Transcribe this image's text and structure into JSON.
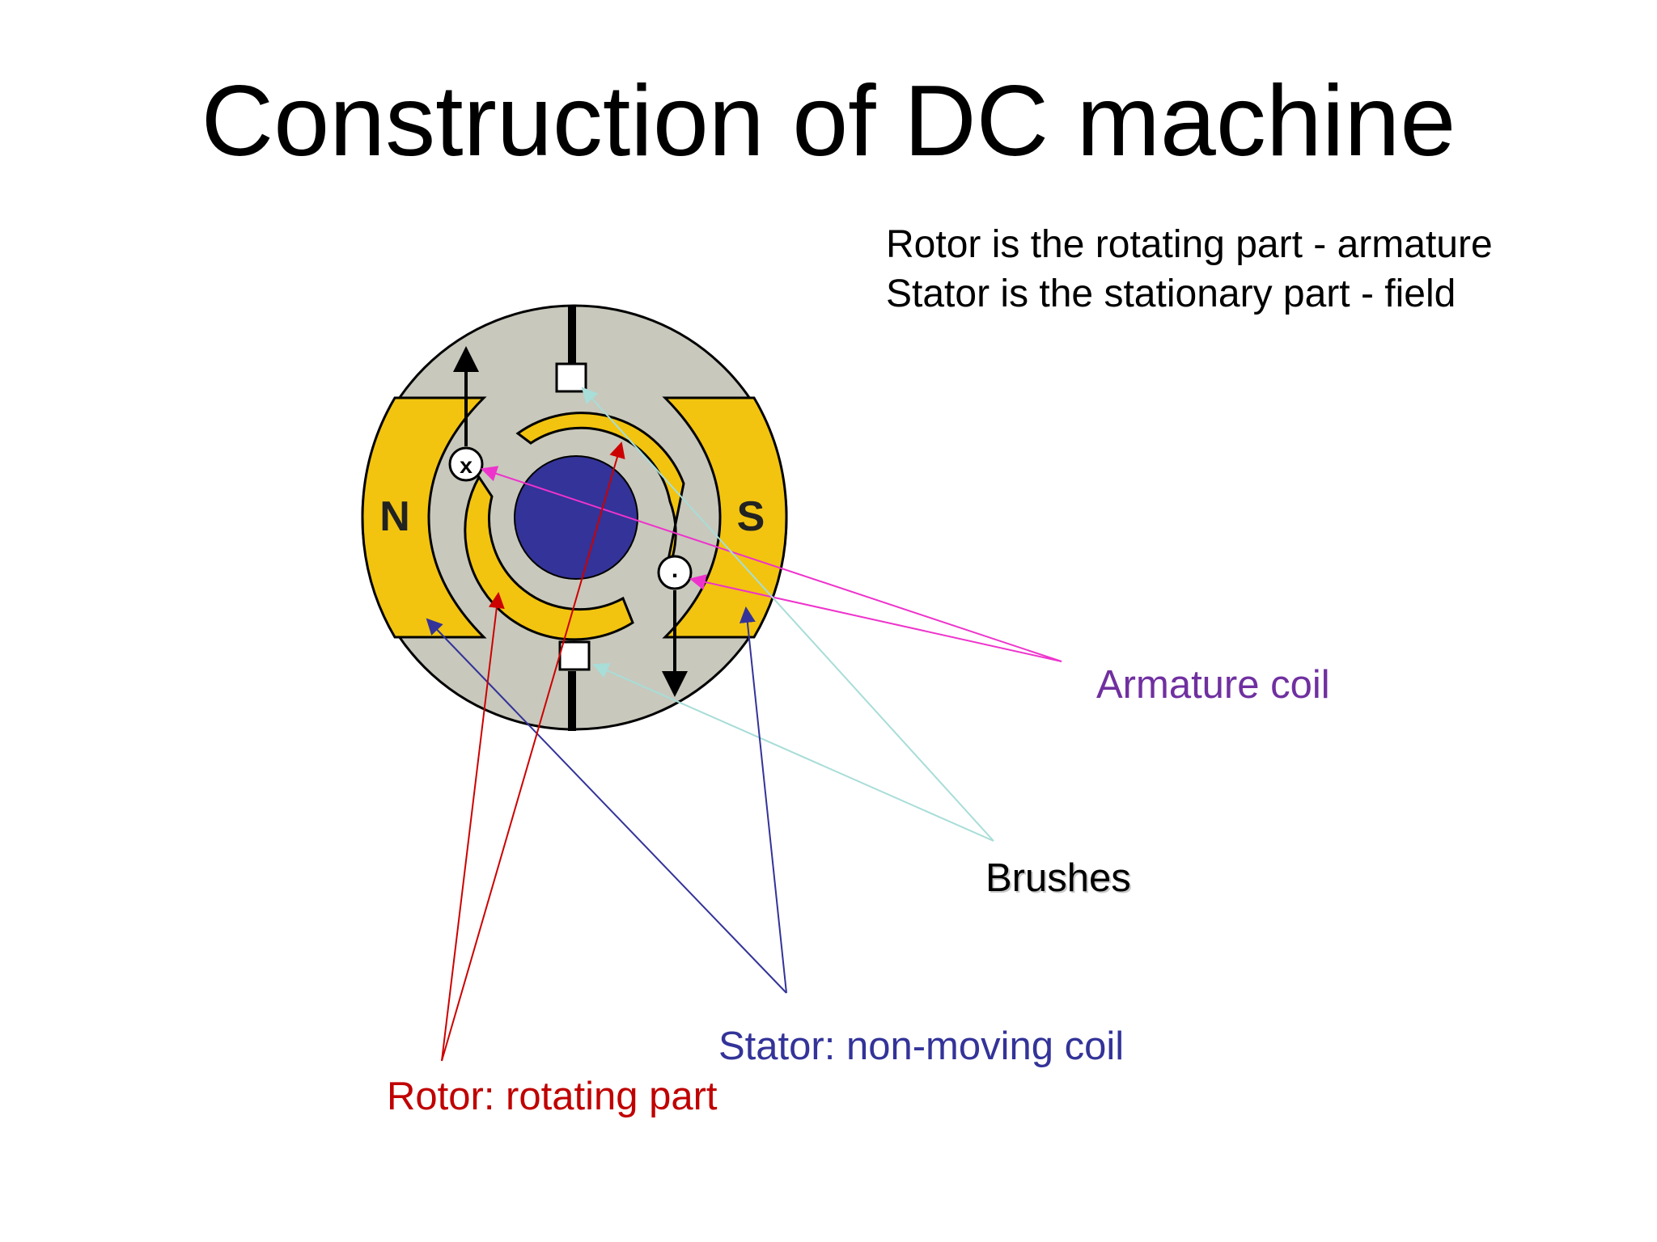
{
  "title": "Construction of DC machine",
  "description": {
    "line1": "Rotor is the rotating part - armature",
    "line2": "Stator is the stationary part - field"
  },
  "poles": {
    "north": "N",
    "south": "S"
  },
  "conductor_marks": {
    "into_page": "x",
    "out_of_page": "."
  },
  "labels": {
    "armature_coil": "Armature coil",
    "brushes": "Brushes",
    "stator": "Stator: non-moving coil",
    "rotor": "Rotor: rotating part"
  },
  "colors": {
    "housing": "#c8c8bc",
    "pole": "#f2c40f",
    "shaft": "#333399",
    "armature_pointer": "#ee33cc",
    "brush_pointer": "#a8ddd8",
    "stator_pointer": "#333399",
    "rotor_pointer": "#cc0000"
  }
}
